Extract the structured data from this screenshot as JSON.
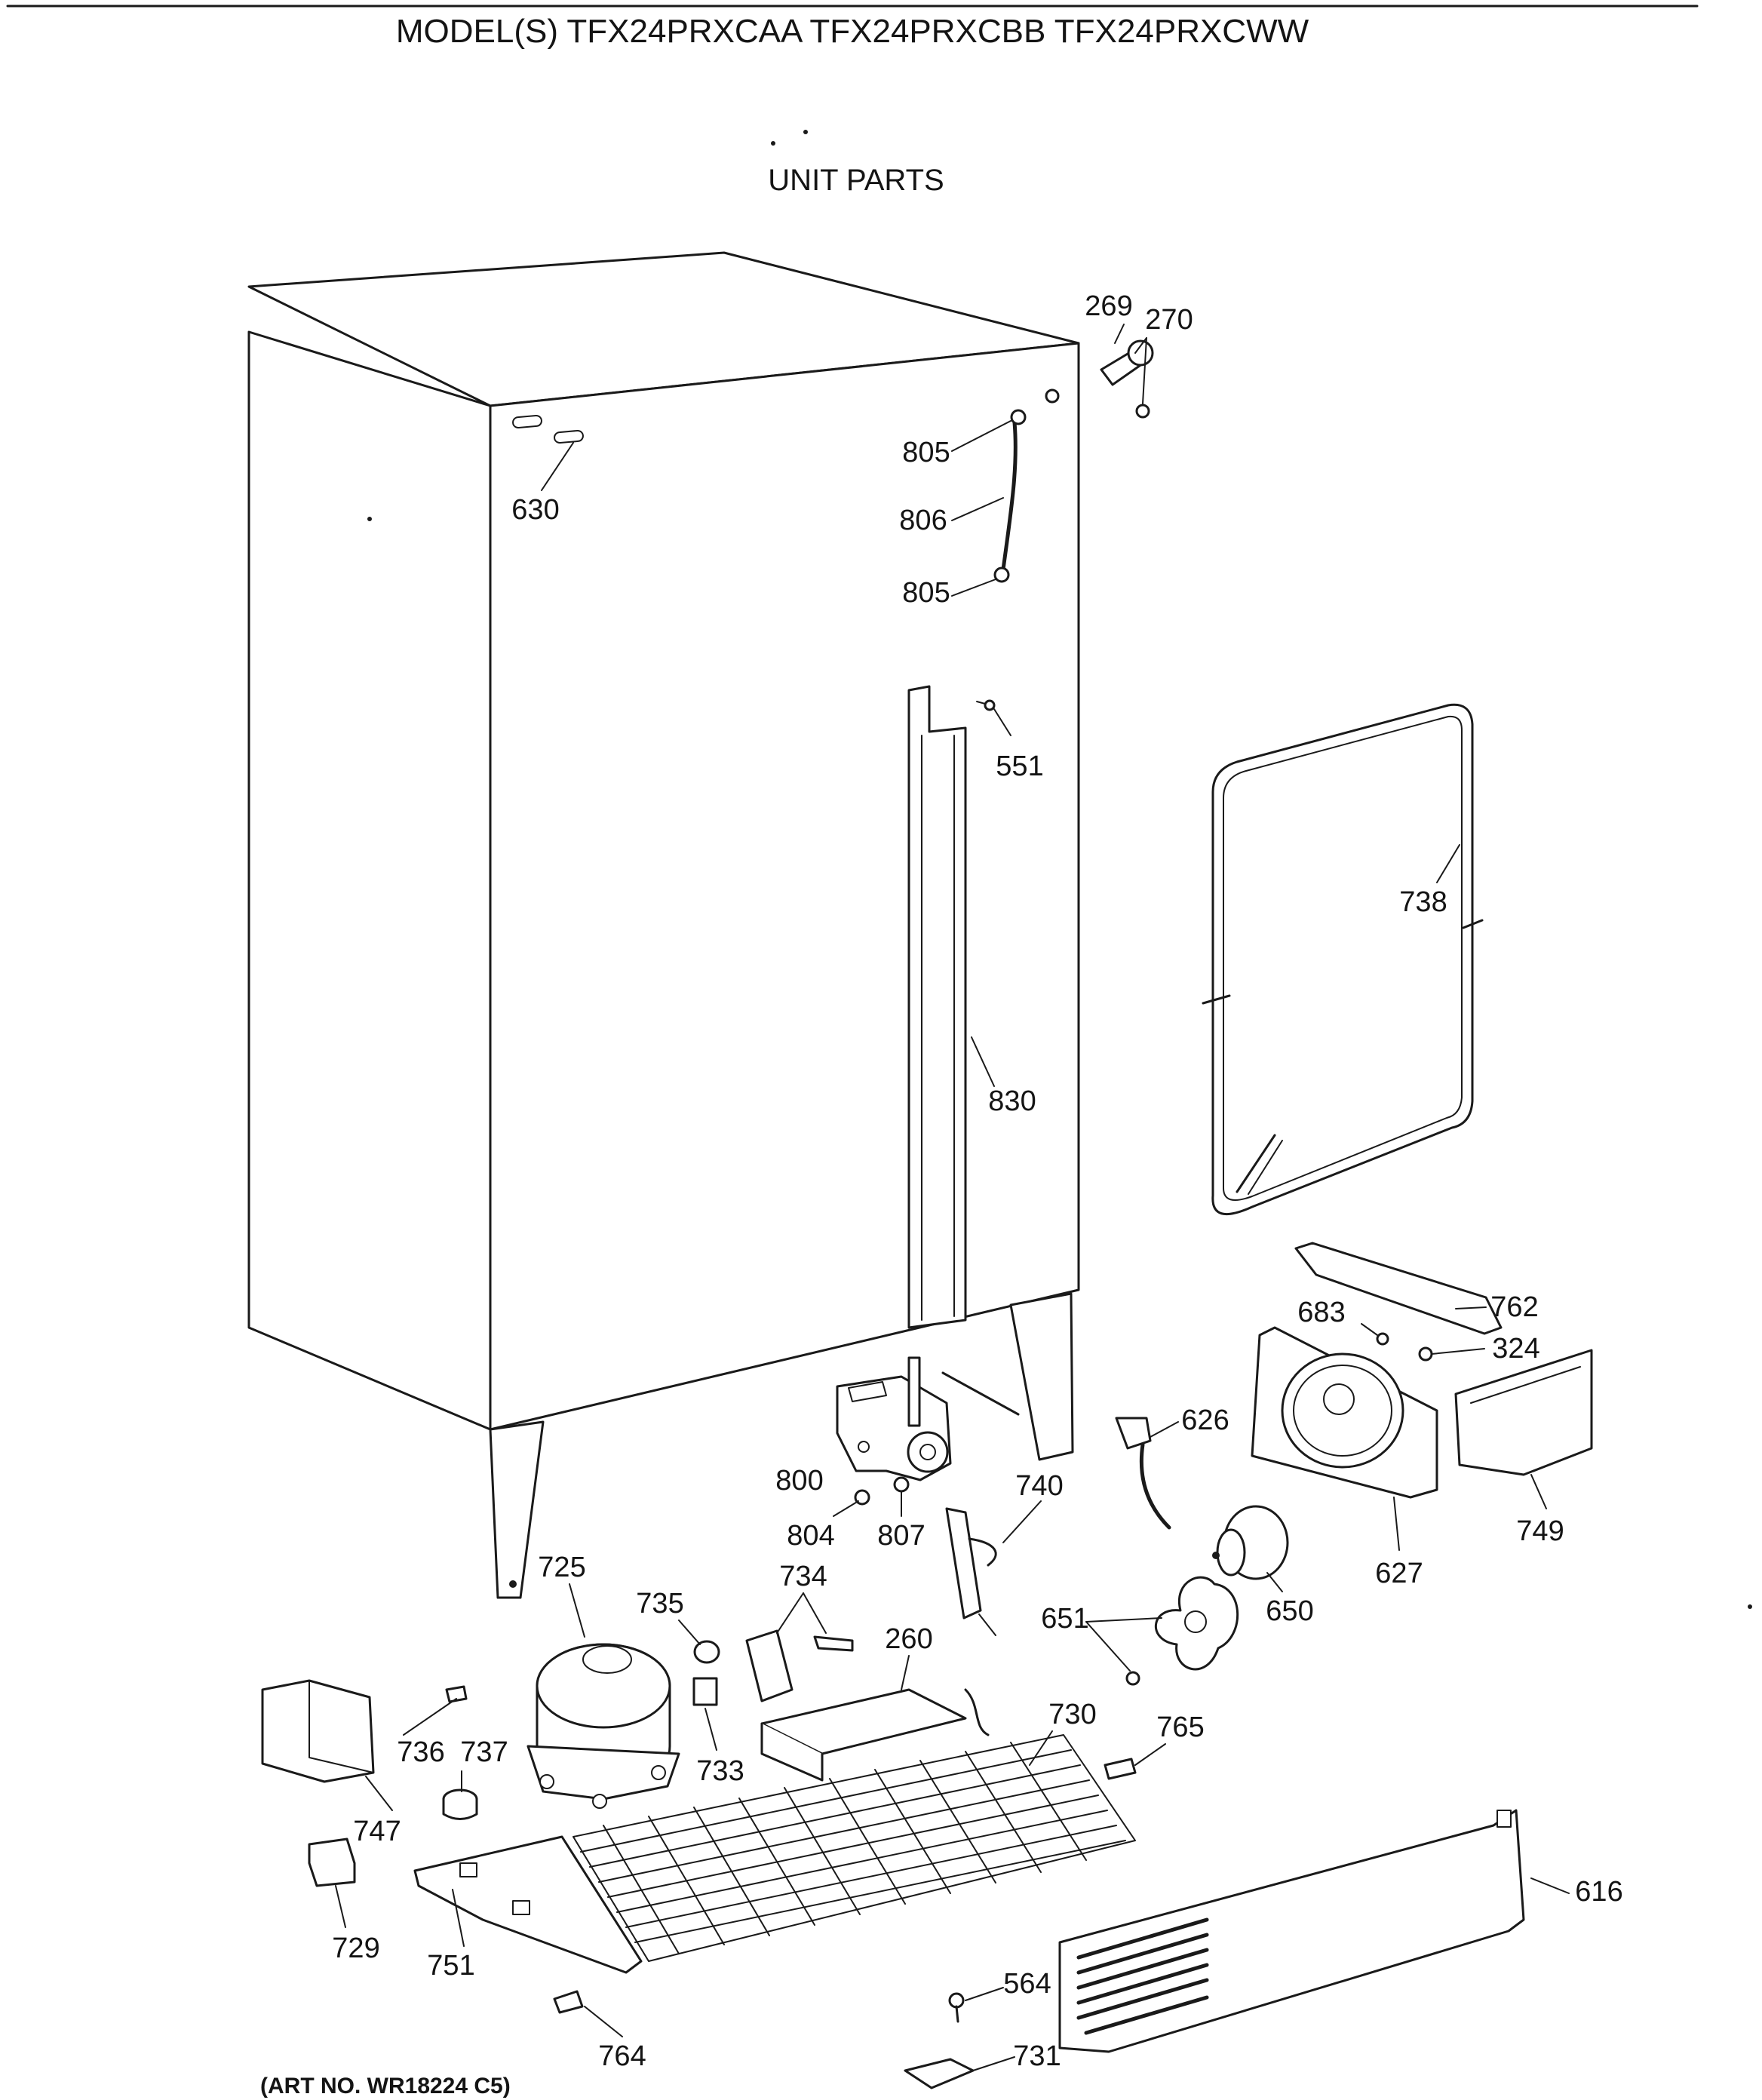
{
  "header": {
    "models_line": "MODEL(S) TFX24PRXCAA  TFX24PRXCBB  TFX24PRXCWW",
    "section_title": "UNIT PARTS"
  },
  "footer": {
    "art_number": "(ART NO. WR18224 C5)"
  },
  "callouts": [
    {
      "id": "c269",
      "text": "269"
    },
    {
      "id": "c270",
      "text": "270"
    },
    {
      "id": "c805a",
      "text": "805"
    },
    {
      "id": "c806",
      "text": "806"
    },
    {
      "id": "c805b",
      "text": "805"
    },
    {
      "id": "c630",
      "text": "630"
    },
    {
      "id": "c551",
      "text": "551"
    },
    {
      "id": "c738",
      "text": "738"
    },
    {
      "id": "c830",
      "text": "830"
    },
    {
      "id": "c762",
      "text": "762"
    },
    {
      "id": "c683",
      "text": "683"
    },
    {
      "id": "c324",
      "text": "324"
    },
    {
      "id": "c626",
      "text": "626"
    },
    {
      "id": "c800",
      "text": "800"
    },
    {
      "id": "c804",
      "text": "804"
    },
    {
      "id": "c807",
      "text": "807"
    },
    {
      "id": "c740",
      "text": "740"
    },
    {
      "id": "c749",
      "text": "749"
    },
    {
      "id": "c627",
      "text": "627"
    },
    {
      "id": "c650",
      "text": "650"
    },
    {
      "id": "c725",
      "text": "725"
    },
    {
      "id": "c735",
      "text": "735"
    },
    {
      "id": "c734",
      "text": "734"
    },
    {
      "id": "c651",
      "text": "651"
    },
    {
      "id": "c260",
      "text": "260"
    },
    {
      "id": "c730",
      "text": "730"
    },
    {
      "id": "c765",
      "text": "765"
    },
    {
      "id": "c736",
      "text": "736"
    },
    {
      "id": "c737",
      "text": "737"
    },
    {
      "id": "c733",
      "text": "733"
    },
    {
      "id": "c747",
      "text": "747"
    },
    {
      "id": "c616",
      "text": "616"
    },
    {
      "id": "c729",
      "text": "729"
    },
    {
      "id": "c751",
      "text": "751"
    },
    {
      "id": "c564",
      "text": "564"
    },
    {
      "id": "c731",
      "text": "731"
    },
    {
      "id": "c764",
      "text": "764"
    }
  ]
}
